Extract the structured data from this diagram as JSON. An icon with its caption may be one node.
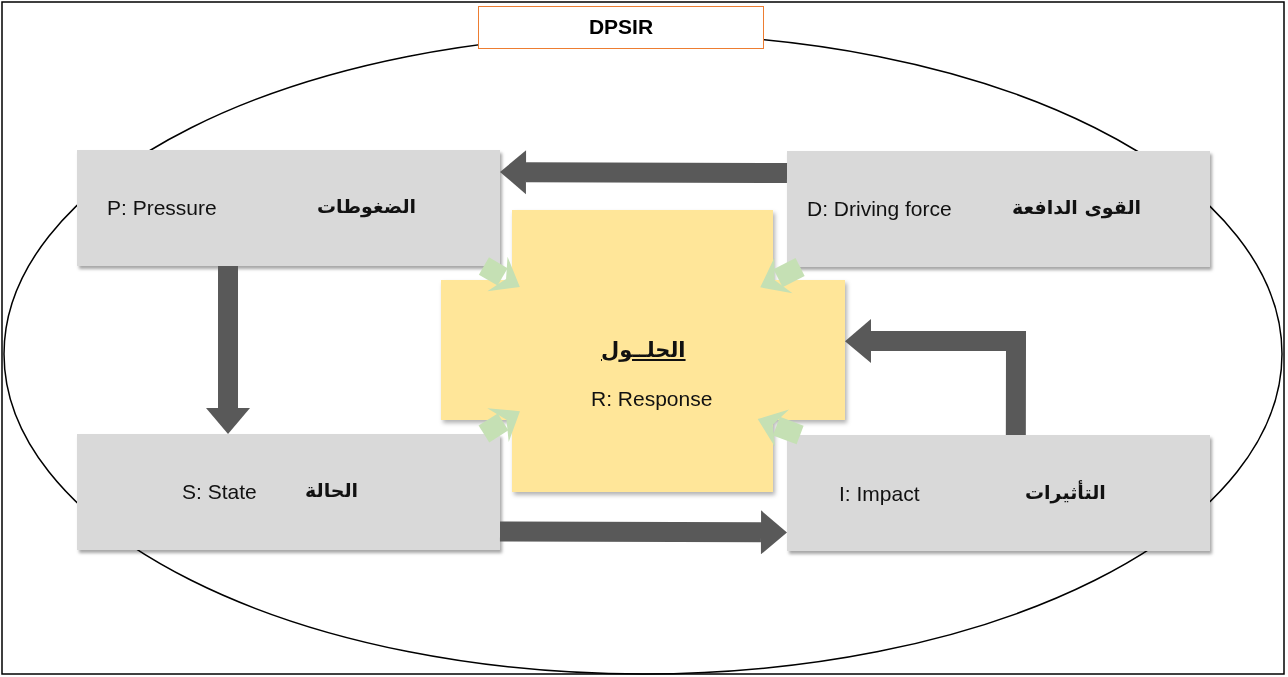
{
  "diagram": {
    "title": "DPSIR",
    "nodes": [
      {
        "text": [
          "الضغوطات",
          "P: Pressure"
        ]
      },
      {
        "text": [
          "القوى الدافعة",
          "D: Driving force"
        ]
      },
      {
        "text": [
          "الحلــول",
          "R: Response"
        ]
      },
      {
        "text": [
          "الحالة",
          "S: State"
        ]
      },
      {
        "text": [
          "التأثيرات",
          "I: Impact"
        ]
      }
    ],
    "edges": [
      {
        "from": 1,
        "to": 0,
        "arrow": "to"
      },
      {
        "from": 0,
        "to": 3,
        "arrow": "to"
      },
      {
        "from": 3,
        "to": 4,
        "arrow": "to"
      },
      {
        "from": 4,
        "to": 2,
        "arrow": "to"
      },
      {
        "from": 0,
        "to": 2,
        "arrow": "to",
        "color": "#c5e0b4"
      },
      {
        "from": 1,
        "to": 2,
        "arrow": "to",
        "color": "#c5e0b4"
      },
      {
        "from": 3,
        "to": 2,
        "arrow": "to",
        "color": "#c5e0b4"
      },
      {
        "from": 4,
        "to": 2,
        "arrow": "to",
        "color": "#c5e0b4"
      }
    ]
  }
}
